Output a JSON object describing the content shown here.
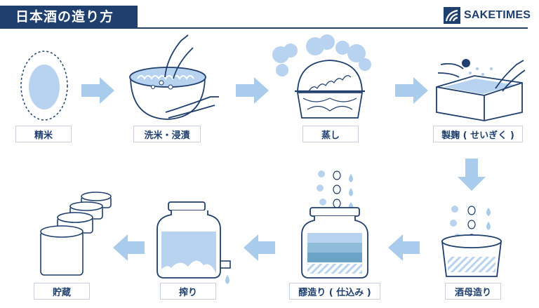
{
  "header": {
    "title": "日本酒の造り方",
    "brand": "SAKETIMES"
  },
  "steps": [
    {
      "label": "精米"
    },
    {
      "label": "洗米・浸漬"
    },
    {
      "label": "蒸し"
    },
    {
      "label": "製麹 ( せいぎく )"
    },
    {
      "label": "酒母造り"
    },
    {
      "label": "醪造り ( 仕込み )"
    },
    {
      "label": "搾り"
    },
    {
      "label": "貯蔵"
    }
  ],
  "colors": {
    "navy": "#1f3f6e",
    "light_blue": "#b7d3ef",
    "arrow": "#a9cbec",
    "label_border": "#c8d1dc"
  }
}
